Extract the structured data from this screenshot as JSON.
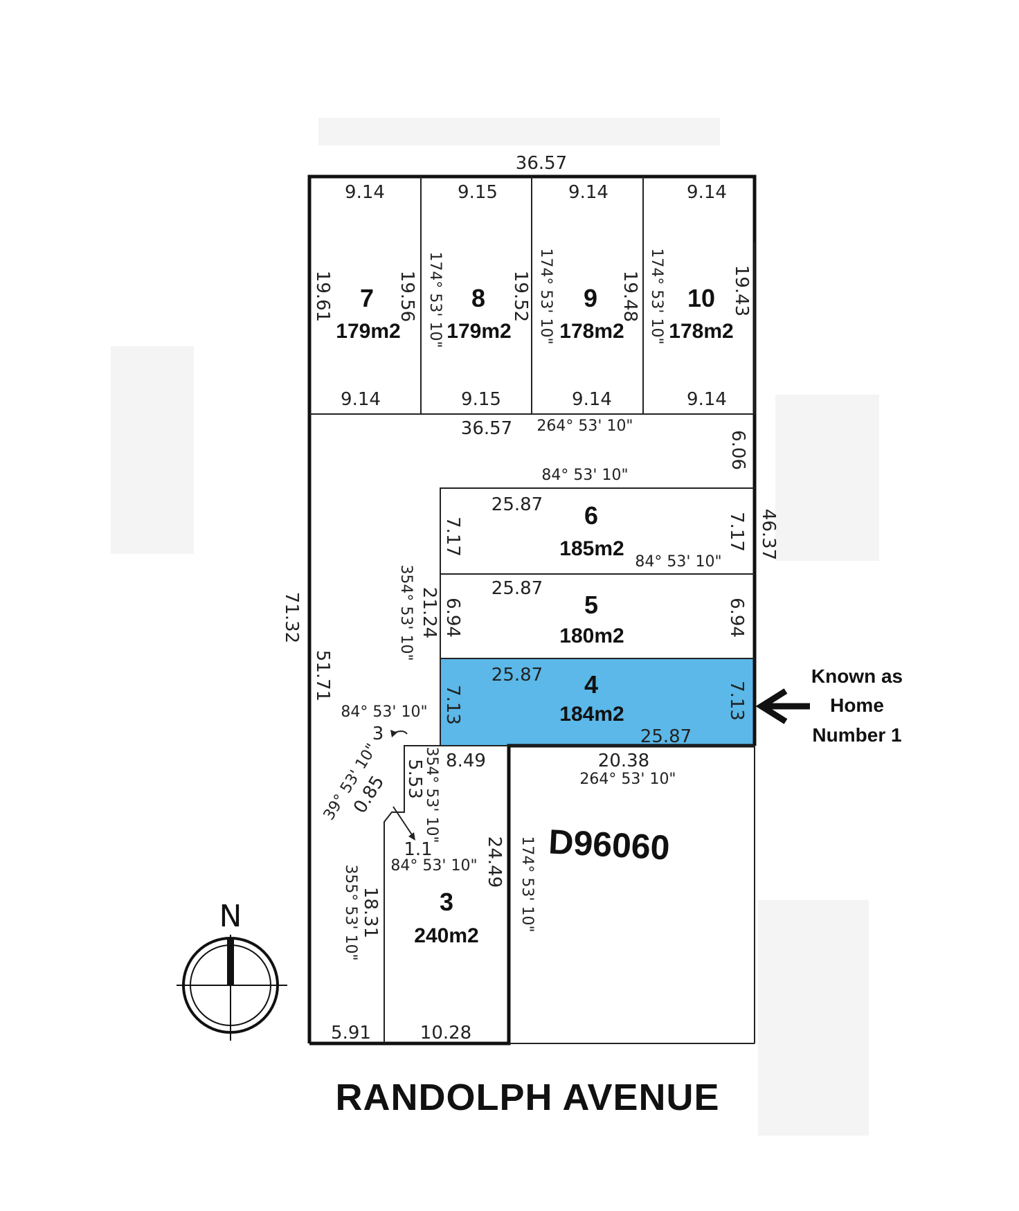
{
  "plan": {
    "street_name": "RANDOLPH AVENUE",
    "deposited_plan": "D96060",
    "north_label": "N",
    "callout": {
      "lines": [
        "Known as",
        "Home",
        "Number 1"
      ],
      "highlight_color": "#5bb8e8"
    },
    "lots": {
      "7": {
        "number": "7",
        "area": "179m2"
      },
      "8": {
        "number": "8",
        "area": "179m2"
      },
      "9": {
        "number": "9",
        "area": "178m2"
      },
      "10": {
        "number": "10",
        "area": "178m2"
      },
      "6": {
        "number": "6",
        "area": "185m2"
      },
      "5": {
        "number": "5",
        "area": "180m2"
      },
      "4": {
        "number": "4",
        "area": "184m2"
      },
      "3": {
        "number": "3",
        "area": "240m2"
      }
    },
    "dims": {
      "top_total": "36.57",
      "lot7_top": "9.14",
      "lot8_top": "9.15",
      "lot9_top": "9.14",
      "lot10_top": "9.14",
      "lot7_bot": "9.14",
      "lot8_bot": "9.15",
      "lot9_bot": "9.14",
      "lot10_bot": "9.14",
      "lot7_left": "19.61",
      "lot7_right": "19.56",
      "lot8_right": "19.52",
      "lot9_right": "19.48",
      "lot10_right": "19.43",
      "row_bottom": "36.57",
      "drive_right": "6.06",
      "lot6_top": "25.87",
      "lot6_left": "7.17",
      "lot6_right": "7.17",
      "lot5_top": "25.87",
      "lot5_left": "6.94",
      "lot5_right": "6.94",
      "lot4_top": "25.87",
      "lot4_left": "7.13",
      "lot4_right": "7.13",
      "lot4_bot": "25.87",
      "right_side": "46.37",
      "left_total": "71.32",
      "drive_left": "51.71",
      "lots_left": "21.24",
      "corner_3": "3",
      "diag_085": "0.85",
      "lot3_top": "8.49",
      "lot3_left_upper": "5.53",
      "step_11": "1.1",
      "lot3_right": "24.49",
      "drive_lower": "18.31",
      "bottom_left": "5.91",
      "lot3_bottom": "10.28",
      "d96060_top": "20.38"
    },
    "bearings": {
      "b_lot8_left": "174° 53' 10\"",
      "b_lot9_left": "174° 53' 10\"",
      "b_lot10_left": "174° 53' 10\"",
      "b_row_bottom": "264° 53' 10\"",
      "b_drive_top": "84° 53' 10\"",
      "b_lot6_bot": "84° 53' 10\"",
      "b_lots_left": "354° 53' 10\"",
      "b_corner": "84° 53' 10\"",
      "b_diag": "39° 53' 10\"",
      "b_lot3_left": "354° 53' 10\"",
      "b_step": "84° 53' 10\"",
      "b_drive_lower": "355° 53' 10\"",
      "b_d96060_top": "264° 53' 10\"",
      "b_d96060_left": "174° 53' 10\""
    }
  }
}
